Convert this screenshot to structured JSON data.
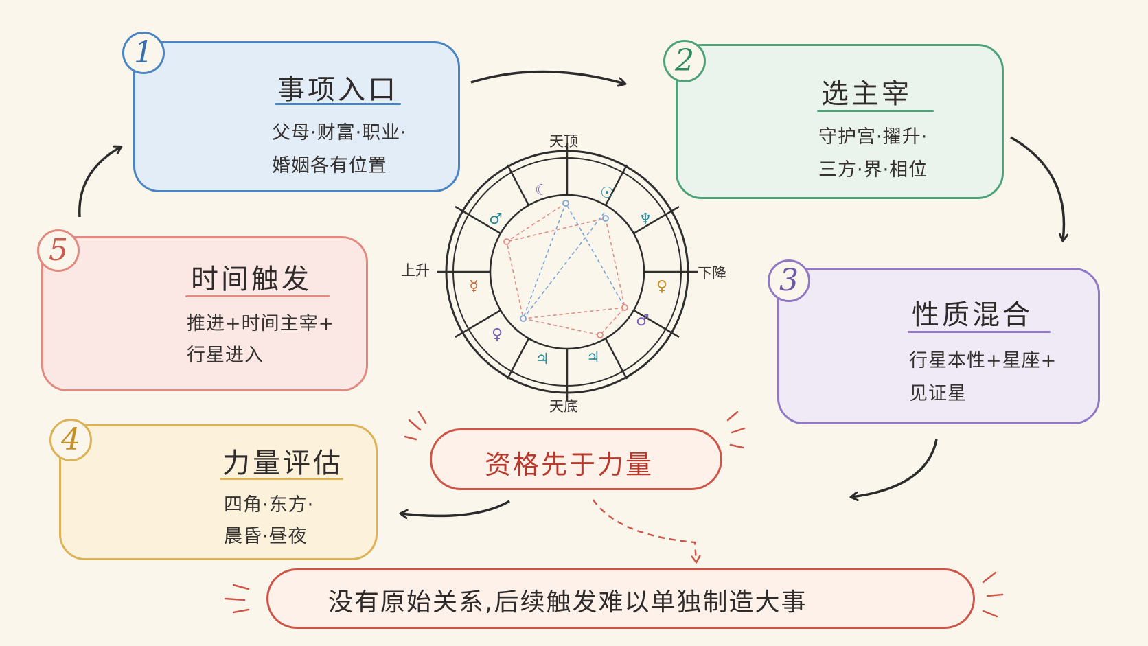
{
  "steps": [
    {
      "number": "1",
      "title": "事项入口",
      "line1": "父母·财富·职业·",
      "line2": "婚姻各有位置"
    },
    {
      "number": "2",
      "title": "选主宰",
      "line1": "守护宫·擢升·",
      "line2": "三方·界·相位"
    },
    {
      "number": "3",
      "title": "性质混合",
      "line1": "行星本性+星座+",
      "line2": "见证星"
    },
    {
      "number": "4",
      "title": "力量评估",
      "line1": "四角·东方·",
      "line2": "晨昏·昼夜"
    },
    {
      "number": "5",
      "title": "时间触发",
      "line1": "推进+时间主宰+",
      "line2": "行星进入"
    }
  ],
  "center_note": "资格先于力量",
  "bottom_note": "没有原始关系,后续触发难以单独制造大事",
  "chart_wheel": {
    "mc": "天顶",
    "ic": "天底",
    "asc": "上升",
    "dsc": "下降"
  },
  "colors": {
    "step1": "#4a84c2",
    "step2": "#4ea27a",
    "step3": "#9178c5",
    "step4": "#ddb155",
    "step5": "#e08a80",
    "emphasis": "#cd5548"
  }
}
